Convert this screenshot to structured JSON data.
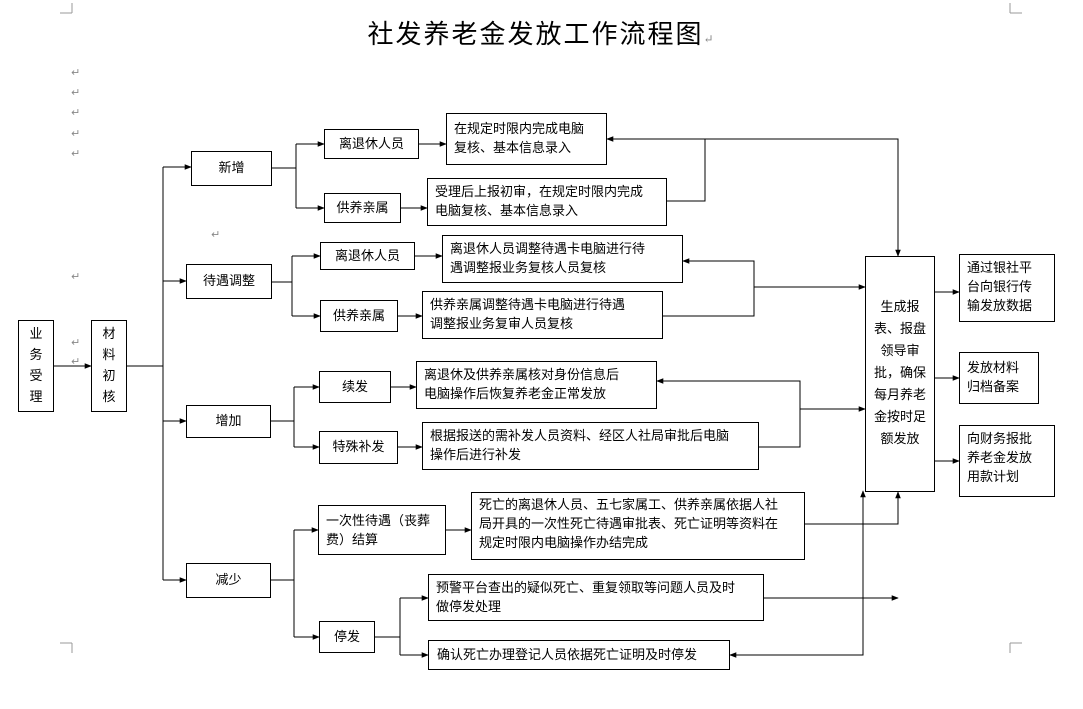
{
  "title": "社发养老金发放工作流程图",
  "paragraph_mark": "↵",
  "nodes": {
    "accept": "业务受理",
    "review": "材料初核",
    "add": "新增",
    "adjust": "待遇调整",
    "increase": "增加",
    "reduce": "减少",
    "add_retiree": "离退休人员",
    "add_dependent": "供养亲属",
    "add_retiree_desc": "在规定时限内完成电脑\n复核、基本信息录入",
    "add_dependent_desc": "受理后上报初审，在规定时限内完成\n电脑复核、基本信息录入",
    "adj_retiree": "离退休人员",
    "adj_dependent": "供养亲属",
    "adj_retiree_desc": "离退休人员调整待遇卡电脑进行待\n遇调整报业务复核人员复核",
    "adj_dependent_desc": "供养亲属调整待遇卡电脑进行待遇\n调整报业务复审人员复核",
    "inc_resume": "续发",
    "inc_special": "特殊补发",
    "inc_resume_desc": "离退休及供养亲属核对身份信息后\n电脑操作后恢复养老金正常发放",
    "inc_special_desc": "根据报送的需补发人员资料、经区人社局审批后电脑\n操作后进行补发",
    "red_onetime": "一次性待遇（丧葬\n费）结算",
    "red_stop": "停发",
    "red_onetime_desc": "死亡的离退休人员、五七家属工、供养亲属依据人社\n局开具的一次性死亡待遇审批表、死亡证明等资料在\n规定时限内电脑操作办结完成",
    "red_warning_desc": "预警平台查出的疑似死亡、重复领取等问题人员及时\n做停发处理",
    "red_confirm_desc": "确认死亡办理登记人员依据死亡证明及时停发",
    "report": "生成报表、报盘领导审批，确保每月养老金按时足额发放",
    "out_bank": "通过银社平\n台向银行传\n输发放数据",
    "out_archive": "发放材料\n归档备案",
    "out_finance": "向财务报批\n养老金发放\n用款计划"
  }
}
